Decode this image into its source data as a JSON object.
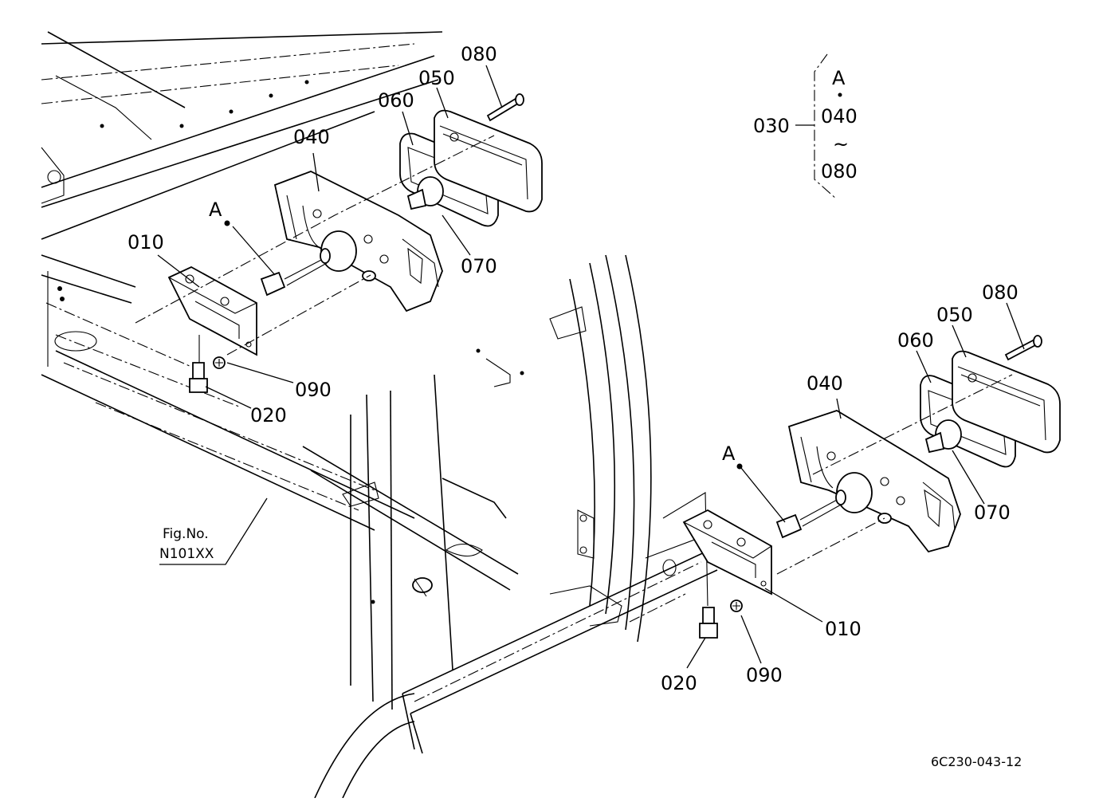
{
  "diagram": {
    "callouts": {
      "left": {
        "p010": "010",
        "p020": "020",
        "p040": "040",
        "p050": "050",
        "p060": "060",
        "p070": "070",
        "p080": "080",
        "p090": "090",
        "a": "A"
      },
      "right": {
        "p010": "010",
        "p020": "020",
        "p040": "040",
        "p050": "050",
        "p060": "060",
        "p070": "070",
        "p080": "080",
        "p090": "090",
        "a": "A"
      }
    },
    "assembly_key": {
      "part": "030",
      "letter": "A",
      "from": "040",
      "tilde": "~",
      "to": "080"
    },
    "fig_reference": {
      "line1": "Fig.No.",
      "line2": "N101XX"
    },
    "drawing_number": "6C230-043-12"
  }
}
